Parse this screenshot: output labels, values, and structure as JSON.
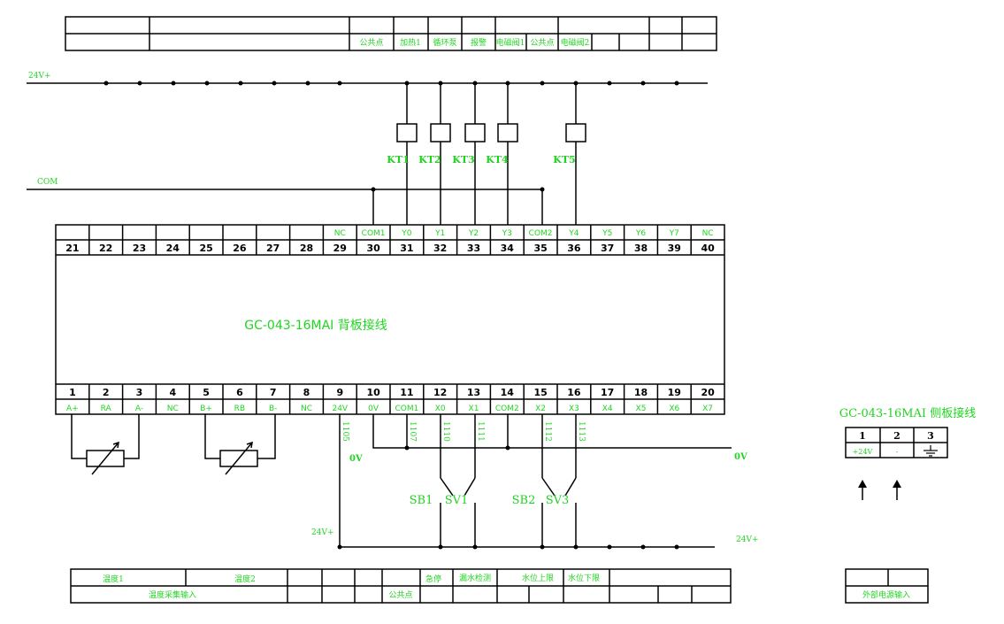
{
  "colors": {
    "wire": "#000000",
    "label": "#22d422"
  },
  "top_table": {
    "cells": [
      "公共点",
      "加热1",
      "循环泵",
      "报警",
      "电磁阀1",
      "公共点",
      "电磁阀2"
    ]
  },
  "rails": {
    "v24_top": "24V+",
    "com": "COM",
    "ov_right": "0V",
    "ov_left": "0V",
    "v24_bottom_left": "24V+",
    "v24_bottom_right": "24V+"
  },
  "relays": [
    "KT1",
    "KT2",
    "KT3",
    "KT4",
    "KT5"
  ],
  "module": {
    "title": "GC-043-16MAI  背板接线",
    "top_numbers": [
      "21",
      "22",
      "23",
      "24",
      "25",
      "26",
      "27",
      "28",
      "29",
      "30",
      "31",
      "32",
      "33",
      "34",
      "35",
      "36",
      "37",
      "38",
      "39",
      "40"
    ],
    "top_labels": [
      "",
      "",
      "",
      "",
      "",
      "",
      "",
      "",
      "NC",
      "COM1",
      "Y0",
      "Y1",
      "Y2",
      "Y3",
      "COM2",
      "Y4",
      "Y5",
      "Y6",
      "Y7",
      "NC"
    ],
    "bottom_numbers": [
      "1",
      "2",
      "3",
      "4",
      "5",
      "6",
      "7",
      "8",
      "9",
      "10",
      "11",
      "12",
      "13",
      "14",
      "15",
      "16",
      "17",
      "18",
      "19",
      "20"
    ],
    "bottom_labels": [
      "A+",
      "RA",
      "A-",
      "NC",
      "B+",
      "RB",
      "B-",
      "NC",
      "24V",
      "0V",
      "COM1",
      "X0",
      "X1",
      "COM2",
      "X2",
      "X3",
      "X4",
      "X5",
      "X6",
      "X7"
    ]
  },
  "wire_numbers": [
    "1105",
    "1107",
    "1110",
    "1111",
    "1112",
    "1113"
  ],
  "switches": [
    "SB1",
    "SV1",
    "SB2",
    "SV3"
  ],
  "side_module": {
    "title": "GC-043-16MAI  侧板接线",
    "numbers": [
      "1",
      "2",
      "3"
    ],
    "labels": [
      "+24V",
      "-",
      ""
    ],
    "footer": "外部电源输入"
  },
  "bottom_table": {
    "temp1": "温度1",
    "temp2": "温度2",
    "temp_input": "温度采集输入",
    "common": "公共点",
    "estop": "急停",
    "leak": "漏水检测",
    "level_high": "水位上限",
    "level_low": "水位下限"
  }
}
